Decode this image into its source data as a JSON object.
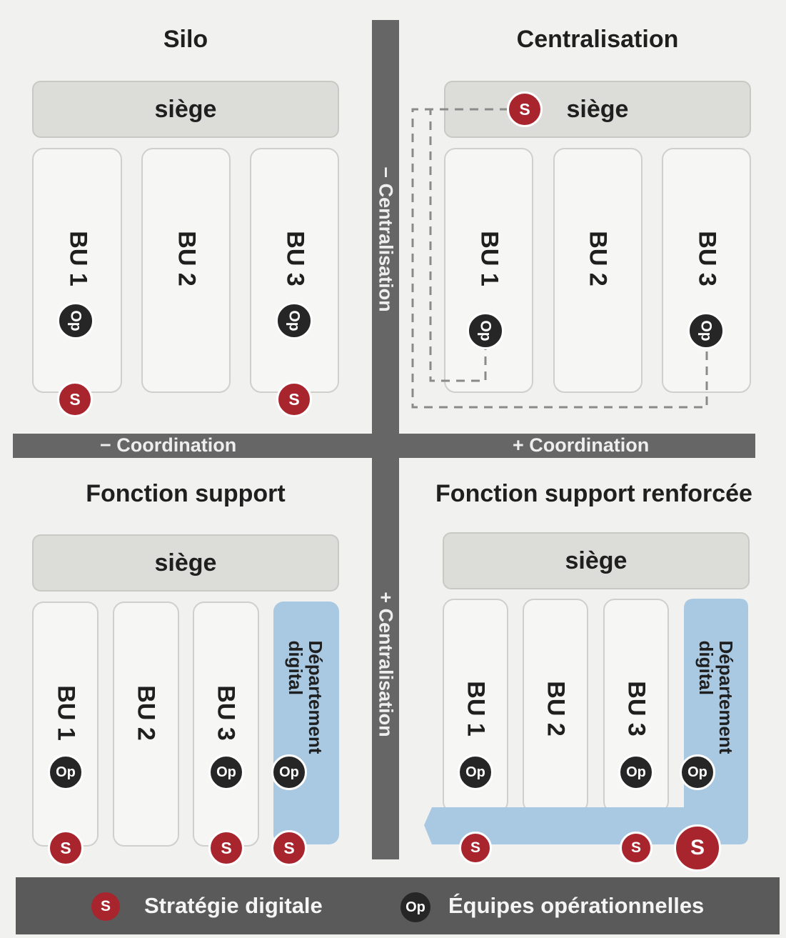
{
  "axes": {
    "v_top_label": "− Centralisation",
    "v_bottom_label": "+ Centralisation",
    "h_left_label": "− Coordination",
    "h_right_label": "+ Coordination"
  },
  "quadrants": {
    "silo": {
      "title": "Silo",
      "siege": "siège",
      "bus": [
        "BU 1",
        "BU 2",
        "BU 3"
      ]
    },
    "centralisation": {
      "title": "Centralisation",
      "siege": "siège",
      "bus": [
        "BU 1",
        "BU 2",
        "BU 3"
      ]
    },
    "fonction_support": {
      "title": "Fonction support",
      "siege": "siège",
      "bus": [
        "BU 1",
        "BU 2",
        "BU 3"
      ],
      "department": "Département\ndigital"
    },
    "fonction_support_renforcee": {
      "title": "Fonction support renforcée",
      "siege": "siège",
      "bus": [
        "BU 1",
        "BU 2",
        "BU 3"
      ],
      "department": "Département\ndigital"
    }
  },
  "badges": {
    "s_text": "S",
    "op_text": "Op"
  },
  "legend": {
    "s_label": "Stratégie digitale",
    "op_label": "Équipes opérationnelles"
  },
  "colors": {
    "strategy_badge": "#a8252e",
    "ops_badge": "#262626",
    "department_fill": "#a9c9e3",
    "axis": "#666666"
  }
}
